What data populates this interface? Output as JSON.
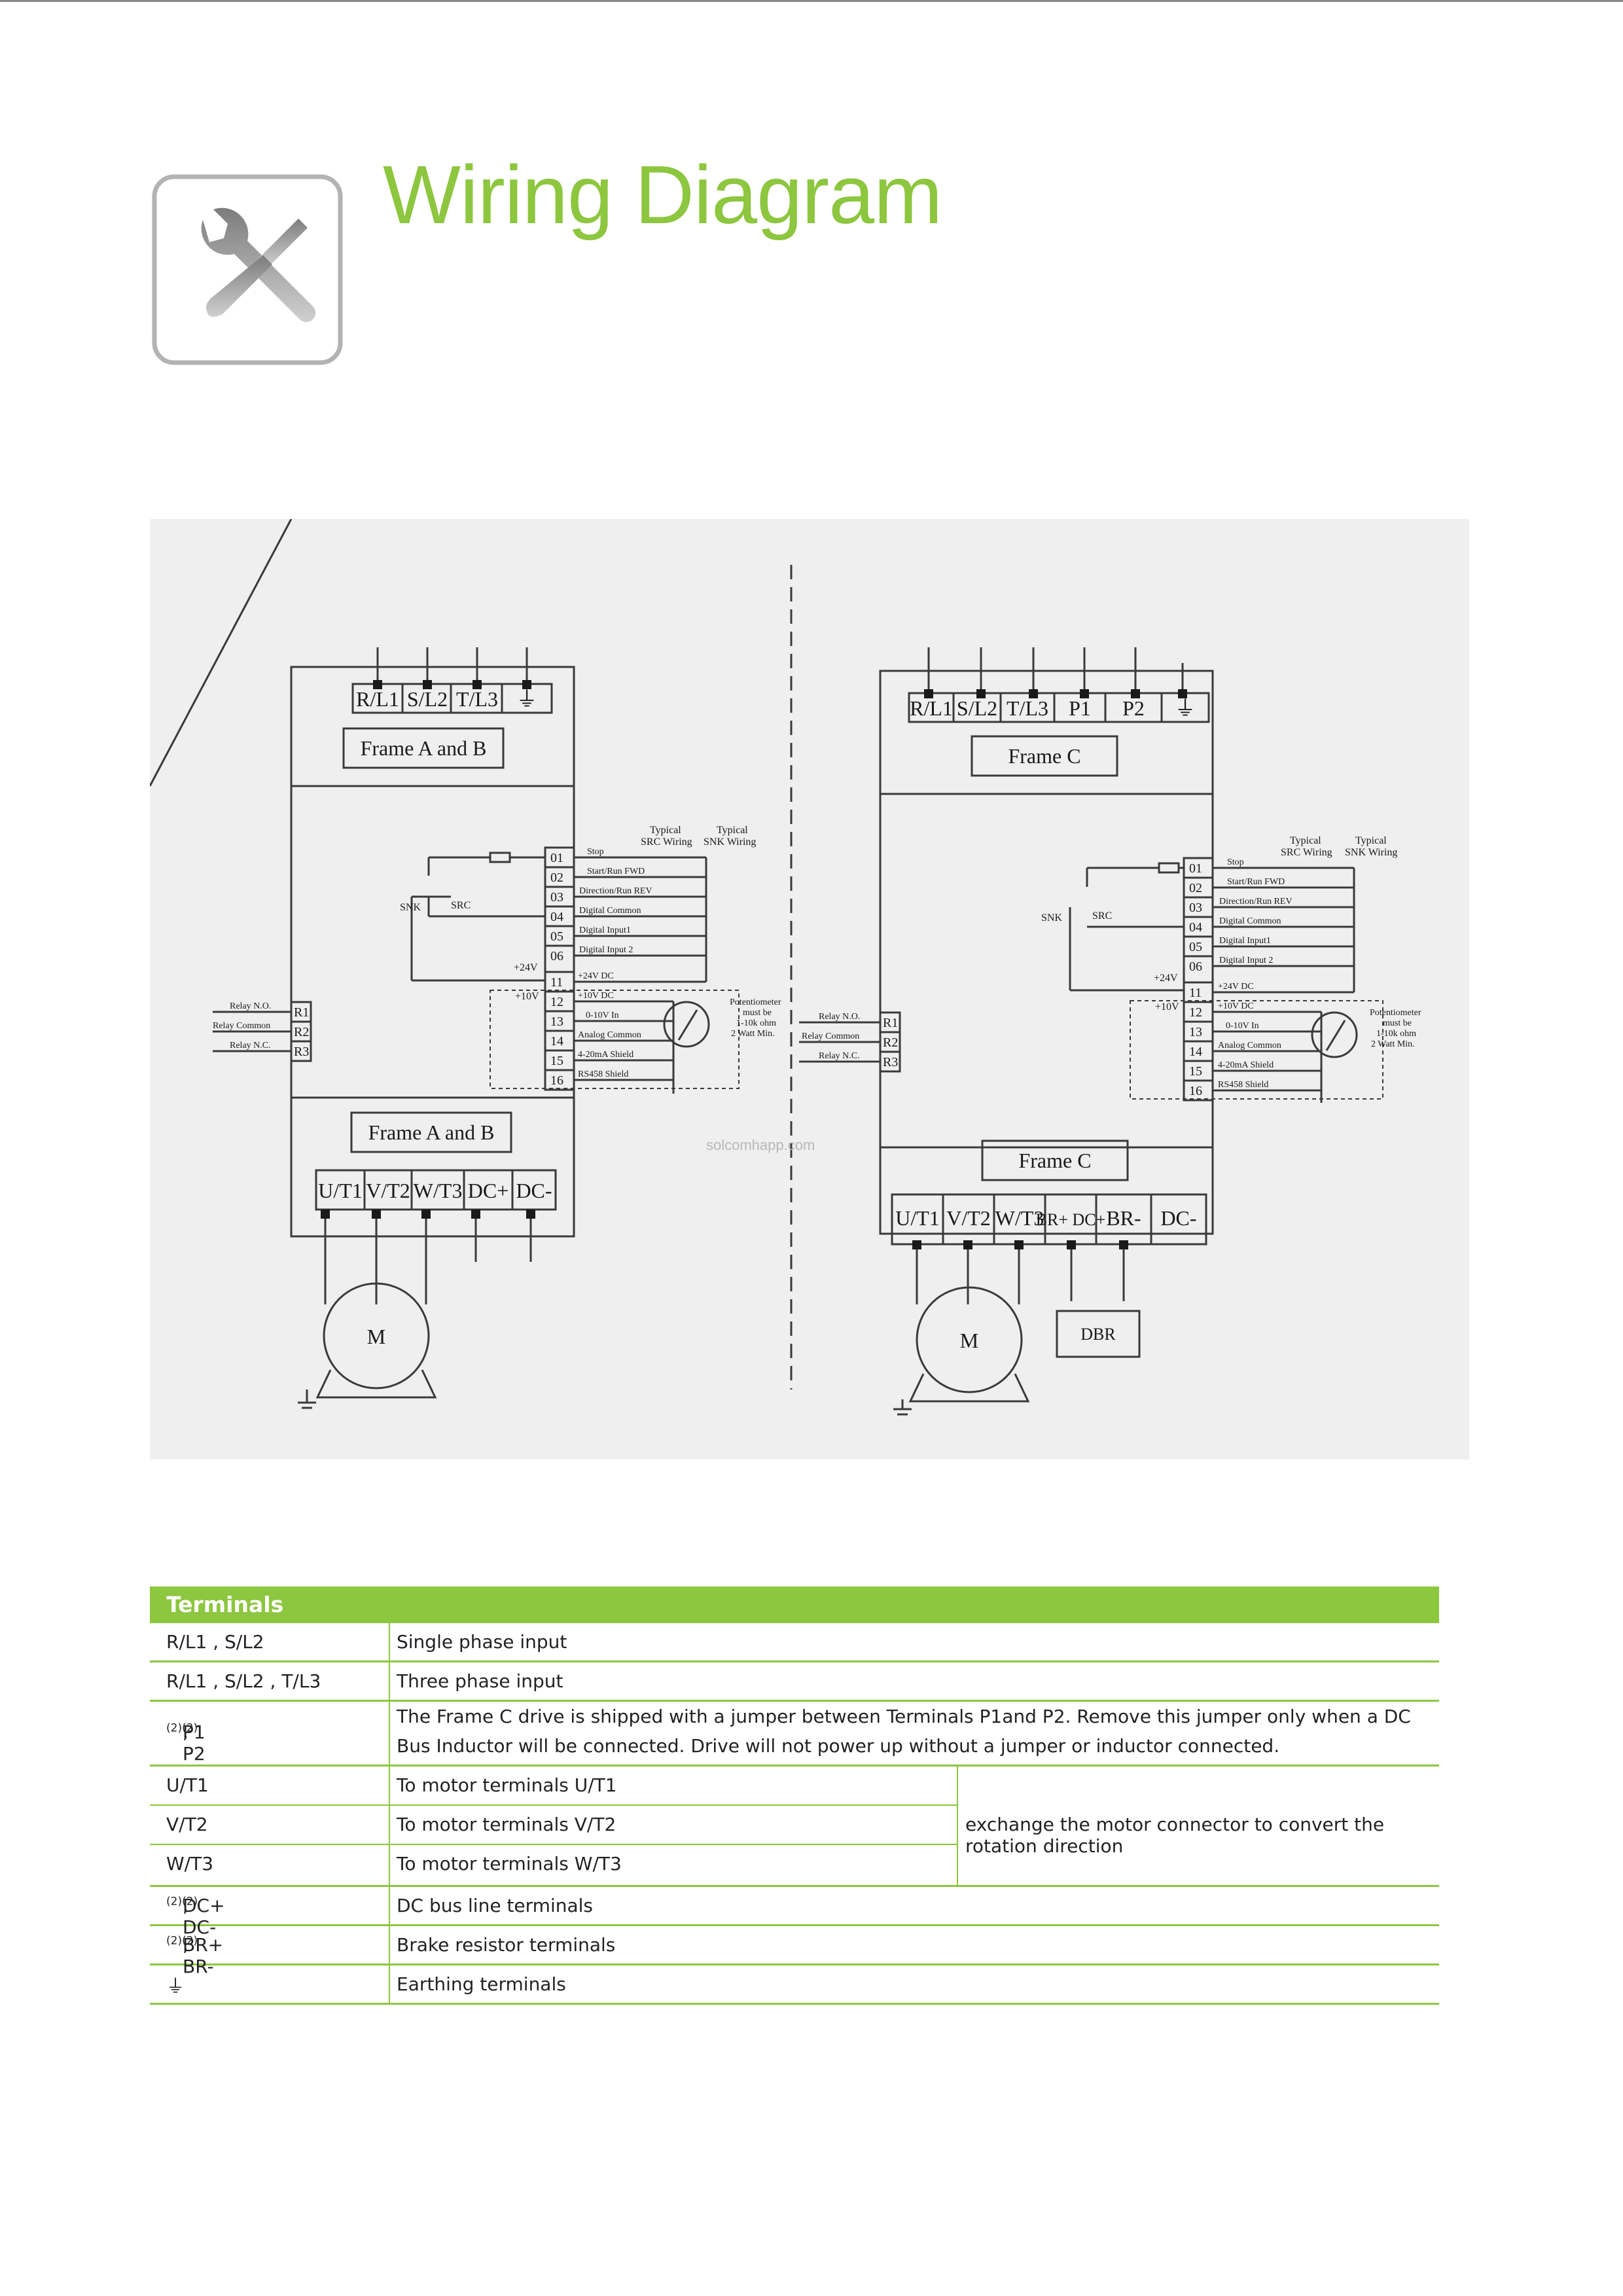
{
  "page": {
    "title": "Wiring Diagram",
    "colors": {
      "accent": "#8dc63f",
      "panel": "#efefef",
      "line": "#3a3a3a"
    }
  },
  "logo": {
    "icon": "tools-icon"
  },
  "diagram": {
    "watermark": "solcomhapp.com",
    "left": {
      "input_terminals": [
        "R/L1",
        "S/L2",
        "T/L3",
        "⏚"
      ],
      "frame_label_top": "Frame A and B",
      "frame_label_bottom": "Frame A and B",
      "output_terminals": [
        "U/T1",
        "V/T2",
        "W/T3",
        "DC+",
        "DC-"
      ],
      "motor": "M"
    },
    "right": {
      "input_terminals": [
        "R/L1",
        "S/L2",
        "T/L3",
        "P1",
        "P2",
        "⏚"
      ],
      "frame_label_top": "Frame C",
      "frame_label_bottom": "Frame C",
      "output_terminals": [
        "U/T1",
        "V/T2",
        "W/T3",
        "BR+ DC+",
        "BR-",
        "DC-"
      ],
      "motor": "M",
      "dbr": "DBR"
    },
    "control": {
      "typical_src": [
        "Typical",
        "SRC Wiring"
      ],
      "typical_snk": [
        "Typical",
        "SNK Wiring"
      ],
      "snk": "SNK",
      "src": "SRC",
      "plus24": "+24V",
      "plus10": "+10V",
      "terminal_numbers": [
        "01",
        "02",
        "03",
        "04",
        "05",
        "06",
        "11",
        "12",
        "13",
        "14",
        "15",
        "16"
      ],
      "terminal_labels": [
        "Stop",
        "Start/Run FWD",
        "Direction/Run REV",
        "Digital Common",
        "Digital Input1",
        "Digital Input 2",
        "+24V DC",
        "+10V DC",
        "0-10V In",
        "Analog Common",
        "4-20mA Shield",
        "RS458   Shield"
      ],
      "relay_terminals": [
        "R1",
        "R2",
        "R3"
      ],
      "relay_labels": [
        "Relay N.O.",
        "Relay Common",
        "Relay N.C."
      ],
      "pot_note": [
        "Potentiometer",
        "must be",
        "1-10k ohm",
        "2 Watt Min."
      ]
    }
  },
  "terminals_table": {
    "header": "Terminals",
    "rows": [
      {
        "terminal": "R/L1 , S/L2",
        "description": "Single phase input"
      },
      {
        "terminal": "R/L1 , S/L2 , T/L3",
        "description": "Three phase input"
      },
      {
        "terminal_a": "P1",
        "terminal_b": " , P2",
        "sup": "(2)",
        "description_1": "The Frame C drive is shipped with a jumper between Terminals P1and P2. Remove this jumper only when a DC",
        "description_2": "Bus Inductor will be connected. Drive will not power up without a jumper or inductor connected."
      },
      {
        "terminal": "U/T1",
        "description": "To motor terminals  U/T1"
      },
      {
        "terminal": "V/T2",
        "description": "To motor terminals V/T2"
      },
      {
        "terminal": "W/T3",
        "description": "To motor terminals W/T3"
      },
      {
        "terminal_a": "DC+",
        "terminal_b": " , DC-",
        "sup": "(2)",
        "description": " DC bus line terminals"
      },
      {
        "terminal_a": "BR+",
        "terminal_b": " , BR-",
        "sup": "(2)",
        "description": "Brake resistor terminals"
      },
      {
        "terminal": "⏚",
        "description": "Earthing terminals"
      }
    ],
    "merged_note": "exchange the motor connector to convert the rotation direction"
  }
}
